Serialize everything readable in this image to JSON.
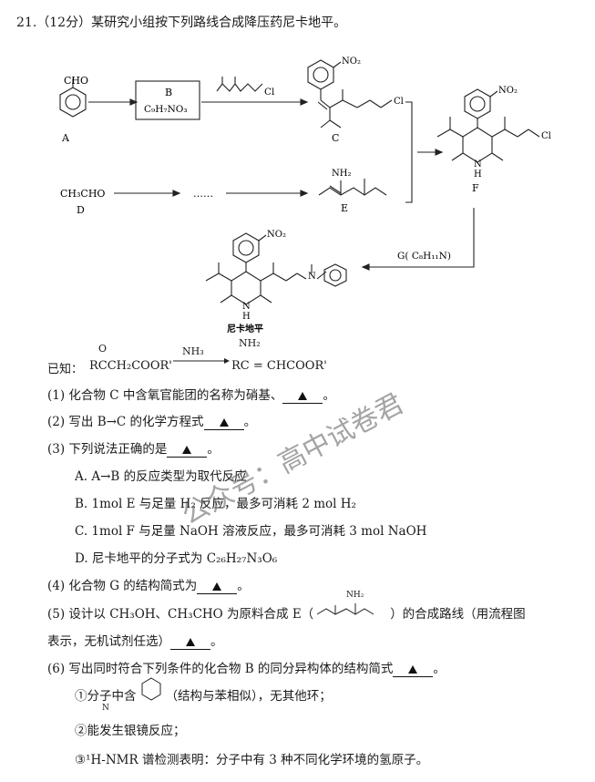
{
  "question": {
    "header": "21.（12分）某研究小组按下列路线合成降压药尼卡地平。"
  },
  "scheme": {
    "A": {
      "sub": "CHO",
      "label": "A"
    },
    "B_box": {
      "line1": "B",
      "line2": "C₉H₇NO₃"
    },
    "C": {
      "label": "C",
      "no2": "NO₂",
      "cl": "Cl"
    },
    "D": {
      "formula": "CH₃CHO",
      "label": "D"
    },
    "dots": "……",
    "E": {
      "label": "E",
      "nh2": "NH₂"
    },
    "F": {
      "label": "F",
      "no2": "NO₂",
      "cl": "Cl",
      "nh": "N",
      "h": "H"
    },
    "G_reagent": "G( C₈H₁₁N)",
    "nicardipine": {
      "no2": "NO₂",
      "n": "N",
      "h": "H",
      "label": "尼卡地平"
    }
  },
  "known": {
    "prefix": "已知：",
    "left": "RCCH₂COOR'",
    "oxygen": "O",
    "reagent": "NH₃",
    "right": "RC = CHCOOR'",
    "nh2": "NH₂"
  },
  "questions": [
    {
      "text": "(1) 化合物 C 中含氧官能团的名称为硝基、",
      "tail": "。"
    },
    {
      "text": "(2) 写出 B→C 的化学方程式",
      "tail": "。"
    },
    {
      "text": "(3) 下列说法正确的是",
      "tail": "。"
    },
    {
      "text": "(4) 化合物 G 的结构简式为",
      "tail": "。"
    },
    {
      "text": "(5) 设计以 CH₃OH、CH₃CHO 为原料合成 E（",
      "tail": "）的合成路线（用流程图"
    },
    {
      "text": "表示，无机试剂任选）",
      "tail": "。"
    },
    {
      "text": "(6) 写出同时符合下列条件的化合物 B 的同分异构体的结构简式",
      "tail": "。"
    }
  ],
  "options": [
    "A. A→B 的反应类型为取代反应",
    "B. 1mol E 与足量 H₂ 反应，最多可消耗 2 mol H₂",
    "C. 1mol F 与足量 NaOH 溶液反应，最多可消耗 3 mol NaOH",
    "D. 尼卡地平的分子式为 C₂₆H₂₇N₃O₆"
  ],
  "conditions": [
    {
      "prefix": "①分子中含",
      "suffix": "（结构与苯相似），无其他环；",
      "ring_n": "N"
    },
    {
      "prefix": "②能发生银镜反应；"
    },
    {
      "prefix": "③¹H-NMR 谱检测表明：分子中有 3 种不同化学环境的氢原子。"
    }
  ],
  "q5_e_nh2": "NH₂",
  "watermark": {
    "line1": "公众号：高中试卷君"
  }
}
